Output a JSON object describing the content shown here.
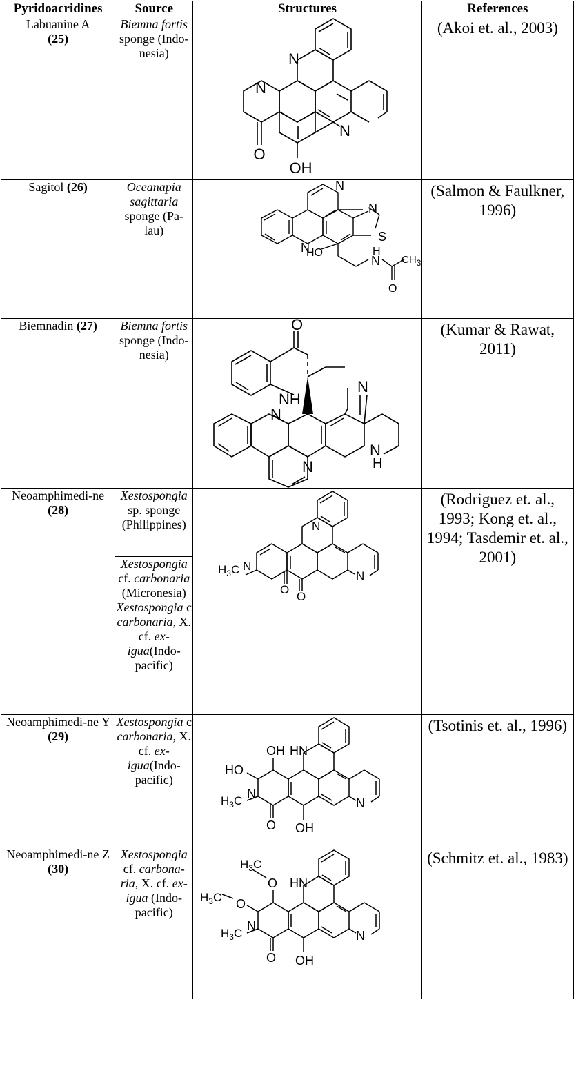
{
  "headers": [
    "Pyridoacridines",
    "Source",
    "Structures",
    "References"
  ],
  "rows": [
    {
      "name": "Labuanine A",
      "num": "(25)",
      "source": [
        {
          "i": "Biemna fortis"
        },
        {
          "t": " sponge (Indo-nesia)"
        }
      ],
      "reference": "(Akoi et. al., 2003)",
      "atoms": [
        "N",
        "N",
        "N",
        "O",
        "OH"
      ]
    },
    {
      "name": "Sagitol",
      "num": "(26)",
      "source": [
        {
          "i": "Oceanapia sagittaria"
        },
        {
          "t": " sponge (Pa-lau)"
        }
      ],
      "reference": "(Salmon & Faulkner, 1996)",
      "atoms": [
        "N",
        "N",
        "S",
        "N",
        "HO",
        "H",
        "N",
        "CH3",
        "O"
      ]
    },
    {
      "name": "Biemnadin",
      "num": "(27)",
      "source": [
        {
          "i": "Biemna fortis"
        },
        {
          "t": " sponge (Indo-nesia)"
        }
      ],
      "reference": "(Kumar & Rawat, 2011)",
      "atoms": [
        "O",
        "NH",
        "N",
        "N",
        "N",
        "H",
        "N"
      ]
    },
    {
      "name": "Neoamphimedi-ne",
      "num": "(28)",
      "source_a": [
        {
          "i": "Xestospongia"
        },
        {
          "t": " sp. sponge (Philippines)"
        }
      ],
      "source_b": [
        {
          "i": "Xestospongia"
        },
        {
          "t": " cf. "
        },
        {
          "i": "carbonaria"
        },
        {
          "t": " (Micronesia) "
        },
        {
          "i": "Xestospongia"
        },
        {
          "t": " c "
        },
        {
          "i": "carbonaria,"
        },
        {
          "t": " X. cf. "
        },
        {
          "i": "ex-igua"
        },
        {
          "t": "(Indo-pacific)"
        }
      ],
      "reference": "(Rodriguez et. al., 1993; Kong et. al., 1994; Tasdemir et. al., 2001)",
      "atoms": [
        "N",
        "H3C",
        "N",
        "N",
        "O",
        "O"
      ]
    },
    {
      "name": "Neoamphimedi-ne Y",
      "num": "(29)",
      "source": [
        {
          "i": "Xestospongia"
        },
        {
          "t": " c "
        },
        {
          "i": "carbonaria,"
        },
        {
          "t": " X. cf. "
        },
        {
          "i": "ex-igua"
        },
        {
          "t": "(Indo-pacific)"
        }
      ],
      "reference": "(Tsotinis et. al., 1996)",
      "atoms": [
        "OH",
        "HN",
        "HO",
        "H3C",
        "N",
        "N",
        "O",
        "OH"
      ]
    },
    {
      "name": "Neoamphimedi-ne Z",
      "num": "(30)",
      "source": [
        {
          "i": "Xestospongia"
        },
        {
          "t": " cf. "
        },
        {
          "i": "carbona-ria,"
        },
        {
          "t": " X. cf. "
        },
        {
          "i": "ex-igua"
        },
        {
          "t": " (Indo-pacific)"
        }
      ],
      "reference": "(Schmitz et. al., 1983)",
      "atoms": [
        "H3C",
        "O",
        "HN",
        "H3C",
        "O",
        "H3C",
        "N",
        "N",
        "O",
        "OH"
      ]
    }
  ]
}
